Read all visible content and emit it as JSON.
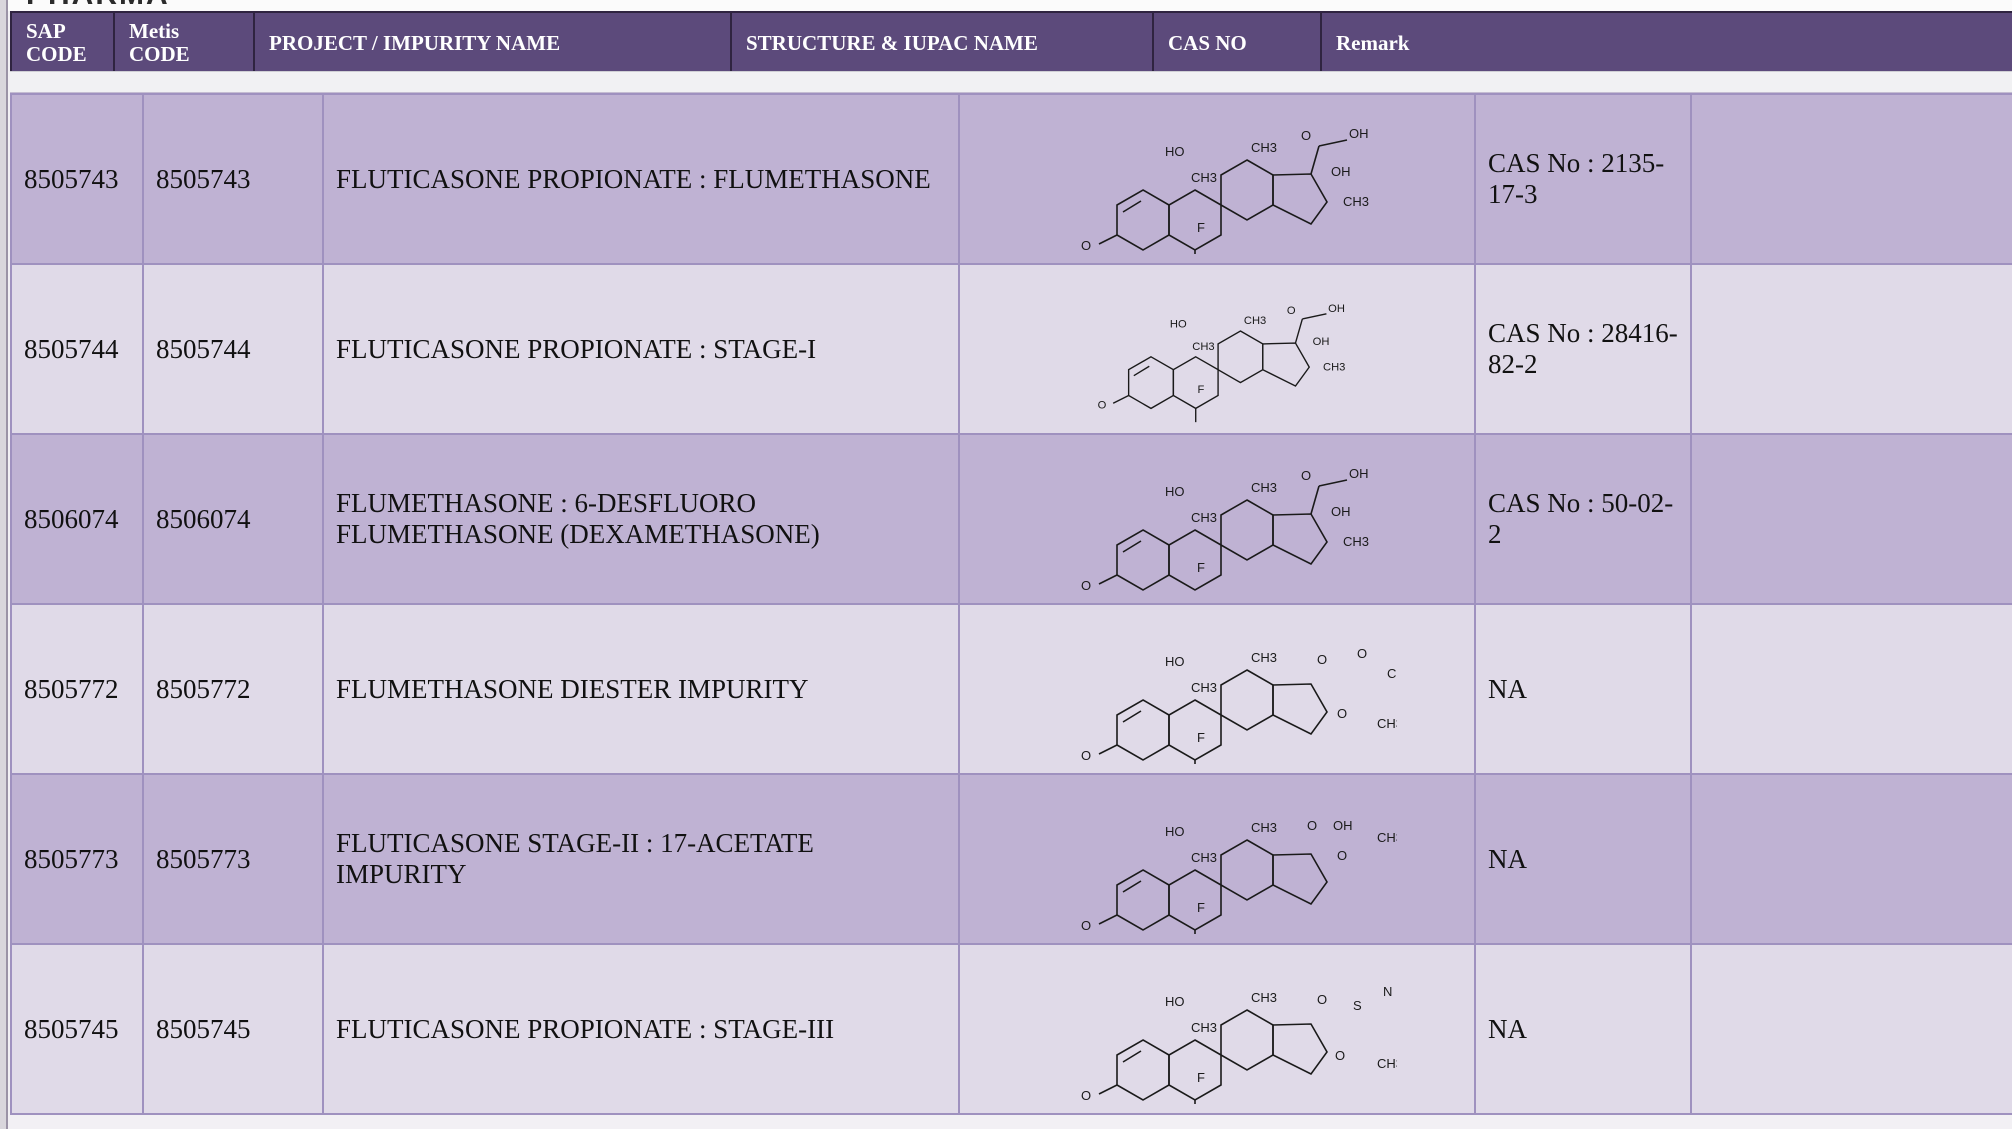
{
  "page": {
    "heading_fragment": "PHARMA"
  },
  "table": {
    "columns": {
      "sap": "SAP CODE",
      "metis": "Metis CODE",
      "name": "PROJECT / IMPURITY NAME",
      "structure": "STRUCTURE & IUPAC NAME",
      "cas": "CAS NO",
      "remark": "Remark"
    },
    "rows": [
      {
        "sap": "8505743",
        "metis": "8505743",
        "name": "FLUTICASONE PROPIONATE : FLUMETHASONE",
        "cas": "CAS No : 2135-17-3",
        "remark": "",
        "structure_icon": "flumethasone-structure-icon"
      },
      {
        "sap": "8505744",
        "metis": "8505744",
        "name": "FLUTICASONE PROPIONATE : STAGE-I",
        "cas": "CAS No : 28416-82-2",
        "remark": "",
        "structure_icon": "stage-i-structure-icon"
      },
      {
        "sap": "8506074",
        "metis": "8506074",
        "name": "FLUMETHASONE : 6-DESFLUORO FLUMETHASONE (DEXAMETHASONE)",
        "cas": "CAS No : 50-02-2",
        "remark": "",
        "structure_icon": "dexamethasone-structure-icon"
      },
      {
        "sap": "8505772",
        "metis": "8505772",
        "name": "FLUMETHASONE DIESTER IMPURITY",
        "cas": "NA",
        "remark": "",
        "structure_icon": "diester-structure-icon"
      },
      {
        "sap": "8505773",
        "metis": "8505773",
        "name": "FLUTICASONE STAGE-II : 17-ACETATE IMPURITY",
        "cas": "NA",
        "remark": "",
        "structure_icon": "acetate-structure-icon"
      },
      {
        "sap": "8505745",
        "metis": "8505745",
        "name": "FLUTICASONE PROPIONATE : STAGE-III",
        "cas": "NA",
        "remark": "",
        "structure_icon": "stage-iii-structure-icon"
      }
    ]
  },
  "colors": {
    "header_bg": "#5c4a7b",
    "row_dark": "#bfb2d3",
    "row_light": "#e0dae8",
    "grid": "#9f91bf"
  }
}
